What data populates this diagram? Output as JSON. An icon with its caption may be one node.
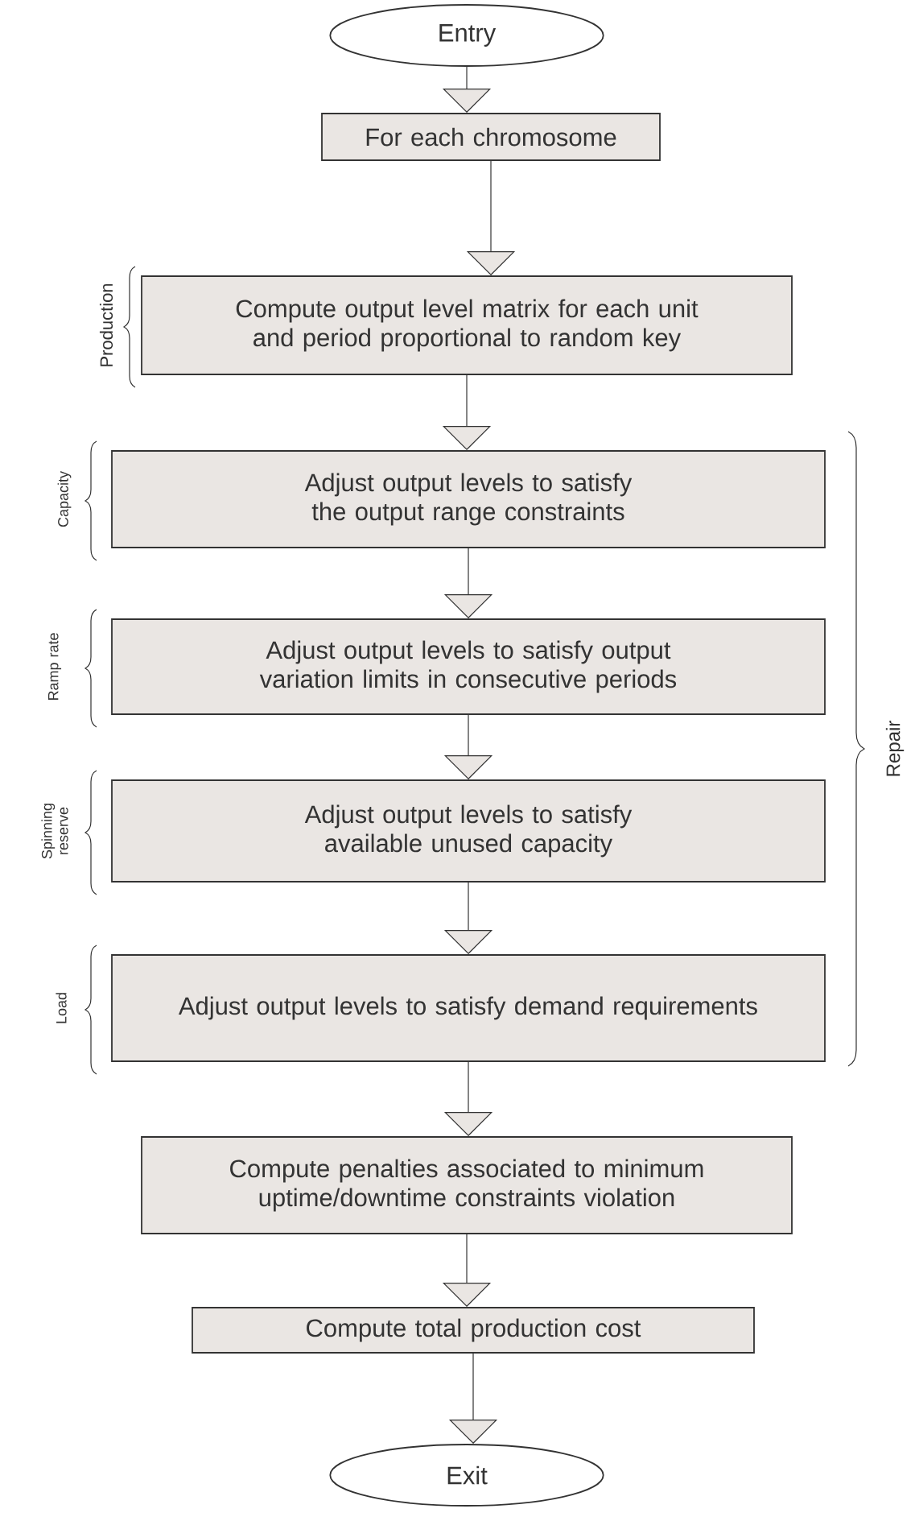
{
  "diagram": {
    "nodes": [
      {
        "text": [
          "Entry"
        ]
      },
      {
        "text": [
          "For each chromosome"
        ]
      },
      {
        "text": [
          "Compute output level matrix for each unit and period proportional to random key"
        ],
        "beside": [
          "Production"
        ]
      },
      {
        "text": [
          "Adjust output levels to satisfy the output range constraints"
        ],
        "beside": [
          "Capacity"
        ]
      },
      {
        "text": [
          "Adjust output levels to satisfy output variation limits in consecutive periods"
        ],
        "beside": [
          "Ramp rate"
        ]
      },
      {
        "text": [
          "Adjust output levels to satisfy available unused capacity"
        ],
        "beside": [
          "Spinning reserve"
        ]
      },
      {
        "text": [
          "Adjust output levels to satisfy demand requirements"
        ],
        "beside": [
          "Load"
        ]
      },
      {
        "text": [
          "Compute penalties associated to minimum uptime/downtime constraints violation"
        ]
      },
      {
        "text": [
          "Compute total production cost"
        ]
      },
      {
        "text": [
          "Exit"
        ]
      }
    ],
    "edges": [
      {
        "from": 0,
        "to": 1,
        "arrow": "to"
      },
      {
        "from": 1,
        "to": 2,
        "arrow": "to"
      },
      {
        "from": 2,
        "to": 3,
        "arrow": "to"
      },
      {
        "from": 3,
        "to": 4,
        "arrow": "to"
      },
      {
        "from": 4,
        "to": 5,
        "arrow": "to"
      },
      {
        "from": 5,
        "to": 6,
        "arrow": "to"
      },
      {
        "from": 6,
        "to": 7,
        "arrow": "to"
      },
      {
        "from": 7,
        "to": 8,
        "arrow": "to"
      },
      {
        "from": 8,
        "to": 9,
        "arrow": "to"
      }
    ],
    "labels": [
      "Repair"
    ]
  }
}
